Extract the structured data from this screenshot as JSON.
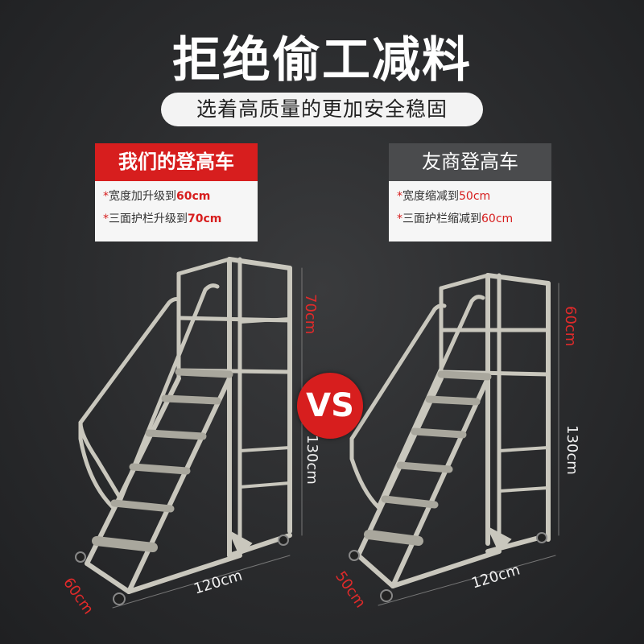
{
  "headline": "拒绝偷工减料",
  "subheadline": "选着高质量的更加安全稳固",
  "left_card": {
    "title": "我们的登高车",
    "line1": {
      "star": "*",
      "text": "宽度加升级到",
      "value": "60cm"
    },
    "line2": {
      "star": "*",
      "text": "三面护栏升级到",
      "value": "70cm"
    }
  },
  "right_card": {
    "title": "友商登高车",
    "line1": {
      "star": "*",
      "text": "宽度缩减到",
      "value": "50cm"
    },
    "line2": {
      "star": "*",
      "text": "三面护栏缩减到",
      "value": "60cm"
    }
  },
  "vs_label": "VS",
  "left_ladder": {
    "rail_height": "70cm",
    "platform_height": "130cm",
    "length": "120cm",
    "width": "60cm"
  },
  "right_ladder": {
    "rail_height": "60cm",
    "platform_height": "130cm",
    "length": "120cm",
    "width": "50cm"
  },
  "colors": {
    "accent_red": "#d71e1e",
    "background": "#2b2c2e",
    "steel": "#c9c7bd"
  }
}
